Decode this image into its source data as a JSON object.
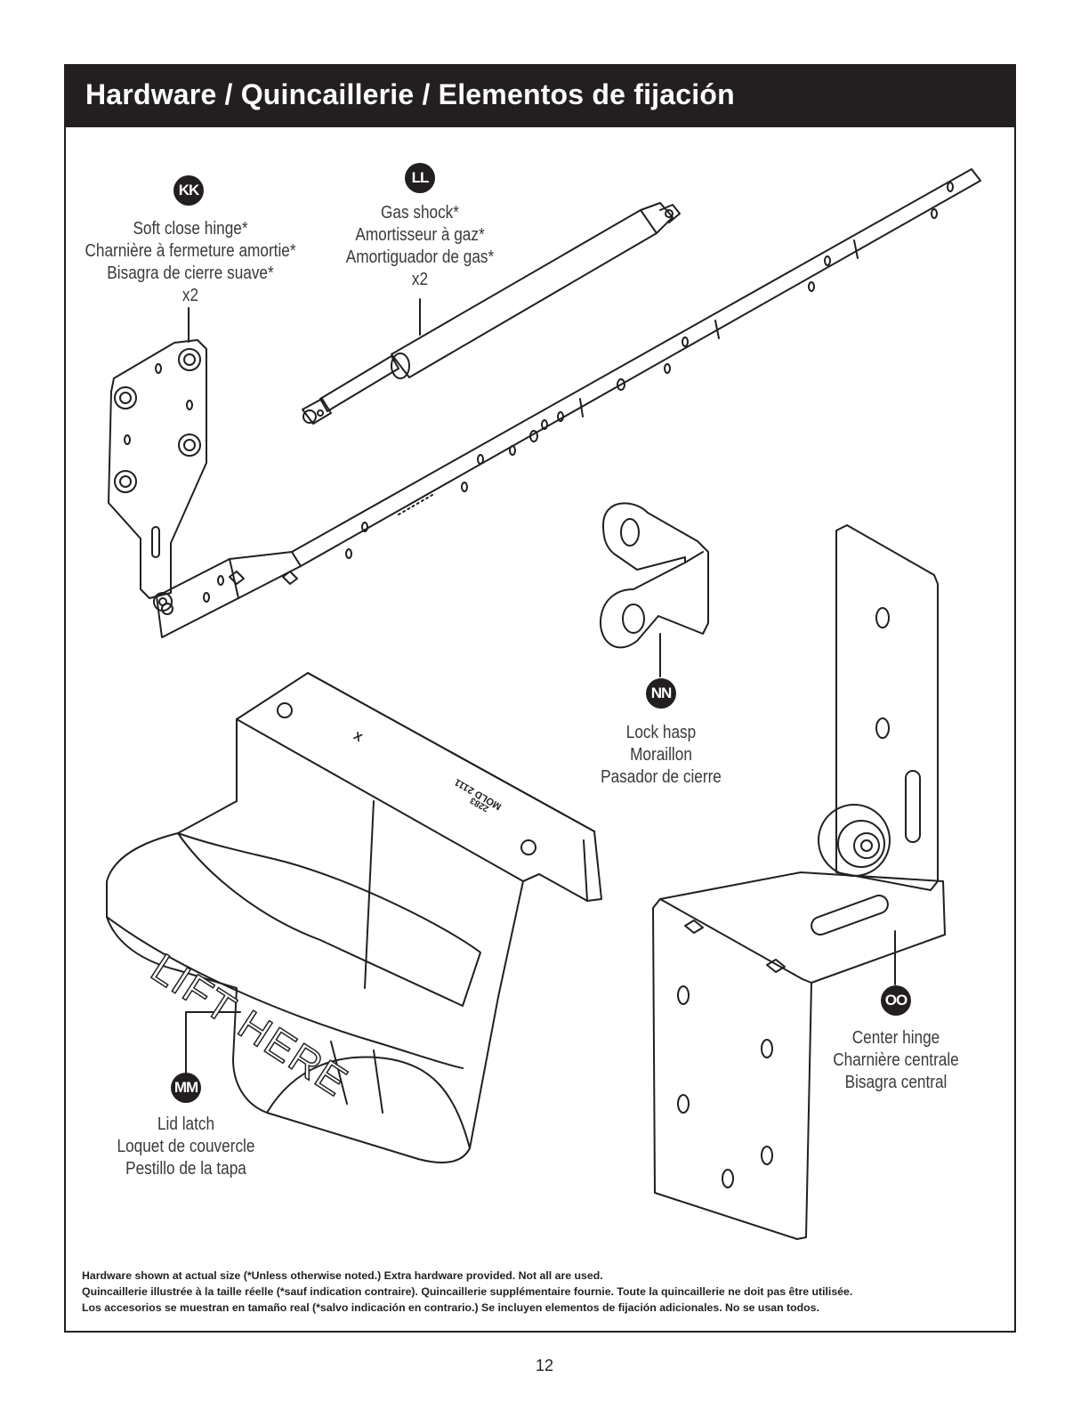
{
  "header": {
    "title": "Hardware / Quincaillerie / Elementos de fijación"
  },
  "parts": [
    {
      "id": "KK",
      "lines": [
        "Soft close hinge*",
        "Charnière à fermeture amortie*",
        "Bisagra de cierre suave*",
        "x2"
      ]
    },
    {
      "id": "LL",
      "lines": [
        "Gas shock*",
        "Amortisseur à gaz*",
        "Amortiguador de gas*",
        "x2"
      ]
    },
    {
      "id": "MM",
      "lines": [
        "Lid latch",
        "Loquet de couvercle",
        "Pestillo de la tapa"
      ]
    },
    {
      "id": "NN",
      "lines": [
        "Lock hasp",
        "Moraillon",
        "Pasador de cierre"
      ]
    },
    {
      "id": "OO",
      "lines": [
        "Center hinge",
        "Charnière centrale",
        "Bisagra central"
      ]
    }
  ],
  "illustration_text": {
    "lift_here": "LIFT HERE",
    "mold_mark": "MOLD 2111",
    "mold_code": "2283",
    "x_mark": "X"
  },
  "footnote": [
    "Hardware shown at actual size (*Unless otherwise noted.) Extra hardware provided. Not all are used.",
    "Quincaillerie illustrée à la taille réelle (*sauf indication contraire). Quincaillerie supplémentaire fournie. Toute la quincaillerie ne doit pas être utilisée.",
    "Los accesorios se muestran en tamaño real (*salvo indicación en contrario.) Se incluyen elementos de fijación adicionales. No se usan todos."
  ],
  "page_number": "12"
}
